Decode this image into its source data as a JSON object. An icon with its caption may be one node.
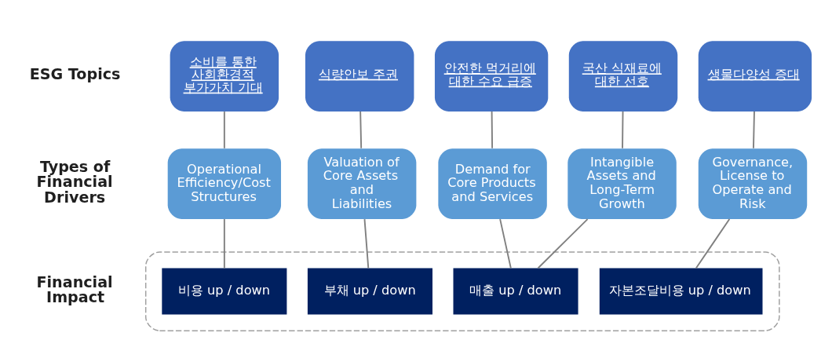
{
  "diagram": {
    "nodes": [
      {
        "text": [
          "안전한 먹거리에 대한 수요 급증"
        ]
      },
      {
        "text": [
          "국산 식재료에 대한 선호"
        ]
      },
      {
        "text": [
          "소비를 통한 사회환경적 부가가치 기대"
        ]
      },
      {
        "text": [
          "식량안보 주권"
        ]
      },
      {
        "text": [
          "생물다양성 증대"
        ]
      },
      {
        "text": [
          "Demand for Core Products and Services"
        ]
      },
      {
        "text": [
          "Intangible Assets and Long-Term Growth"
        ]
      },
      {
        "text": [
          "Operational Efficiency/Cost Structures"
        ]
      },
      {
        "text": [
          "Valuation of Core Assets and Liabilities"
        ]
      },
      {
        "text": [
          "Governance, License to Operate and Risk"
        ]
      },
      {
        "text": [],
        "shape": "box"
      },
      {
        "text": [
          "매출 up / down"
        ],
        "in": 10
      },
      {
        "text": [
          "비용 up / down"
        ],
        "in": 10
      },
      {
        "text": [
          "부채 up / down"
        ],
        "in": 10
      },
      {
        "text": [
          "자본조달비용 up / down"
        ],
        "in": 10
      }
    ],
    "edges": [
      {
        "from": 0,
        "to": 5,
        "arrow": "none"
      },
      {
        "from": 1,
        "to": 6,
        "arrow": "none"
      },
      {
        "from": 2,
        "to": 7,
        "arrow": "none"
      },
      {
        "from": 3,
        "to": 8,
        "arrow": "none"
      },
      {
        "from": 4,
        "to": 9,
        "arrow": "none"
      },
      {
        "from": 5,
        "to": 11,
        "arrow": "none"
      },
      {
        "from": 6,
        "to": 11,
        "arrow": "none"
      },
      {
        "from": 7,
        "to": 12,
        "arrow": "none"
      },
      {
        "from": 8,
        "to": 13,
        "arrow": "none"
      },
      {
        "from": 9,
        "to": 14,
        "arrow": "none"
      }
    ],
    "labels": [
      "ESG Topics",
      "Types of Financial Drivers",
      "Financial Impact"
    ]
  }
}
